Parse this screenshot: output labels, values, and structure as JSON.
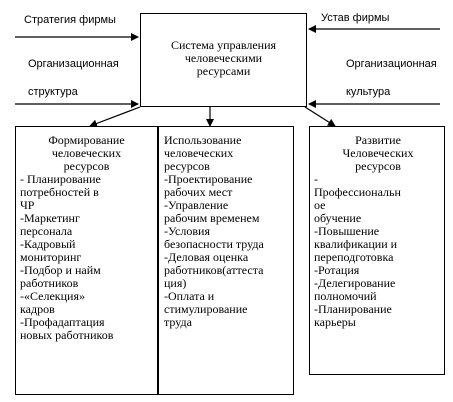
{
  "labels": {
    "strategy": "Стратегия фирмы",
    "charter": "Устав фирмы",
    "org_structure_1": "Организационная",
    "org_structure_2": "структура",
    "org_culture_1": "Организационная",
    "org_culture_2": "культура"
  },
  "center": {
    "title": "Система управления\nчеловеческими\nресурсами"
  },
  "columns": {
    "formation": {
      "lines": [
        "Формирование",
        "человеческих",
        "ресурсов",
        "- Планирование",
        "потребностей в",
        "ЧР",
        "-Маркетинг",
        "персонала",
        "-Кадровый",
        "мониторинг",
        "-Подбор и найм",
        "работников",
        "-«Селекция»",
        "кадров",
        "-Профадаптация",
        "новых работников"
      ]
    },
    "usage": {
      "lines": [
        "Использование",
        "человеческих",
        "ресурсов",
        "-Проектирование",
        "рабочих мест",
        "-Управление",
        "рабочим временем",
        "-Условия",
        "безопасности труда",
        "-Деловая оценка",
        "работников(аттеста",
        "ция)",
        "-Оплата и",
        "стимулирование",
        "труда"
      ]
    },
    "development": {
      "lines": [
        "Развитие",
        "Человеческих",
        "ресурсов",
        "-",
        "Профессиональн",
        "ое",
        "обучение",
        "-Повышение",
        "квалификации и",
        "переподготовка",
        "-Ротация",
        "-Делегирование",
        "полномочий",
        "-Планирование",
        "карьеры"
      ]
    }
  }
}
